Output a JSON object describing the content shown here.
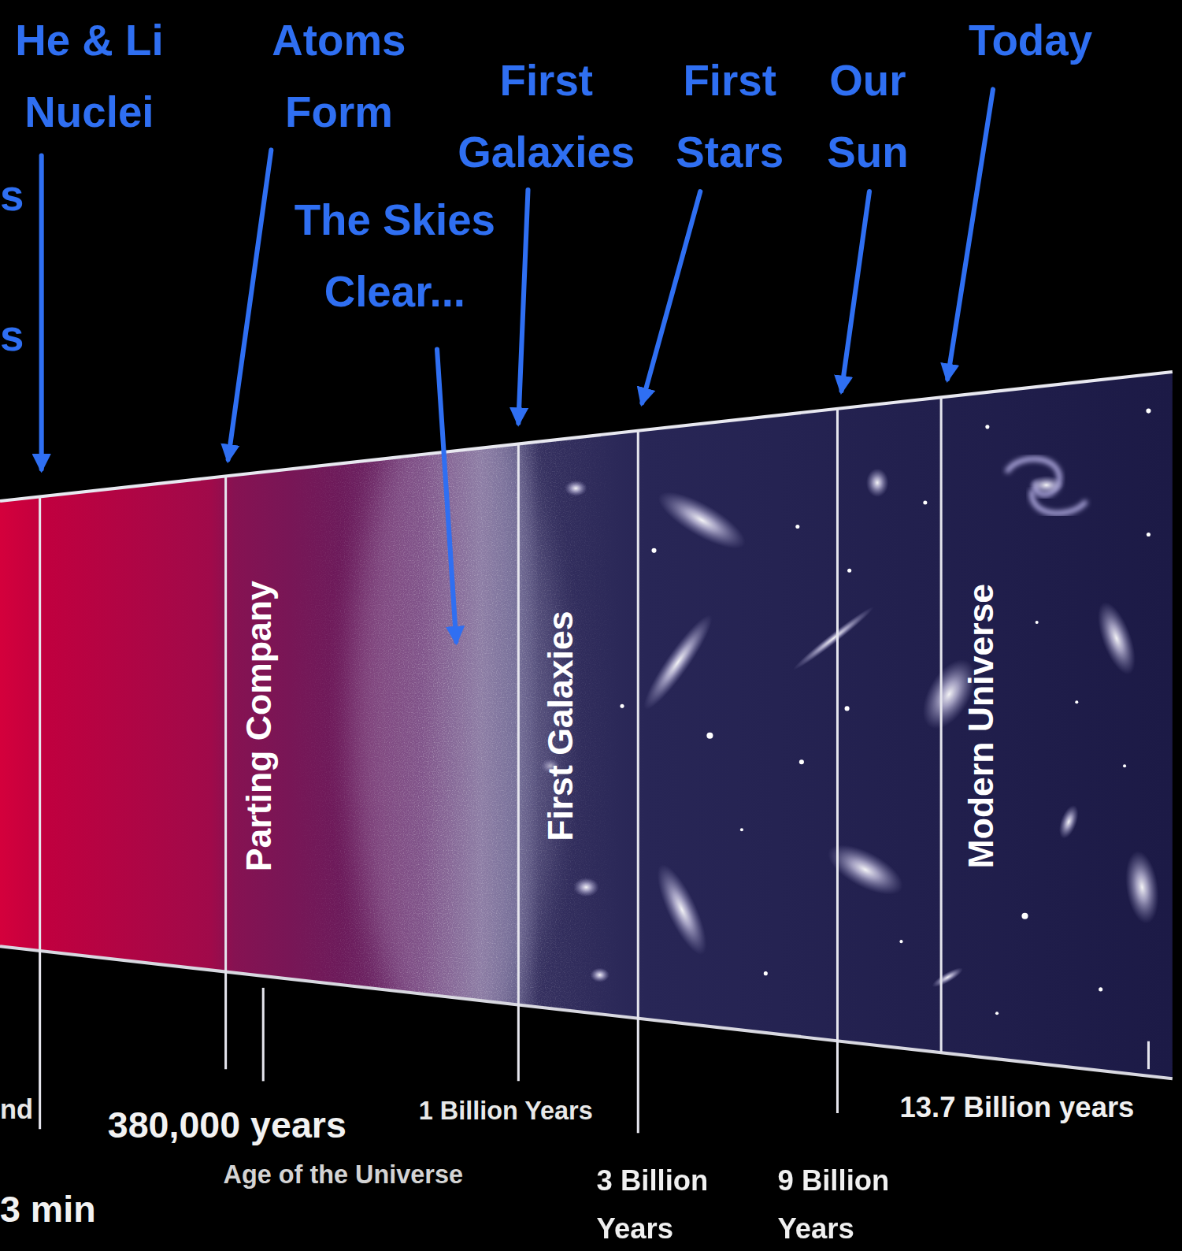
{
  "diagram": {
    "nodes": [
      {
        "text": [
          "Parting Company"
        ]
      },
      {
        "text": [
          "First Galaxies"
        ]
      },
      {
        "text": [
          "Modern Universe"
        ]
      }
    ],
    "labels": [
      "s",
      "s",
      "He & Li Nuclei",
      "Atoms Form",
      "First Galaxies",
      "First Stars",
      "Our Sun",
      "Today",
      "The Skies Clear...",
      "nd",
      "380,000 years",
      "Age of the Universe",
      "1 Billion Years",
      "3 Billion Years",
      "9 Billion Years",
      "13.7 Billion years",
      "3 min"
    ]
  }
}
